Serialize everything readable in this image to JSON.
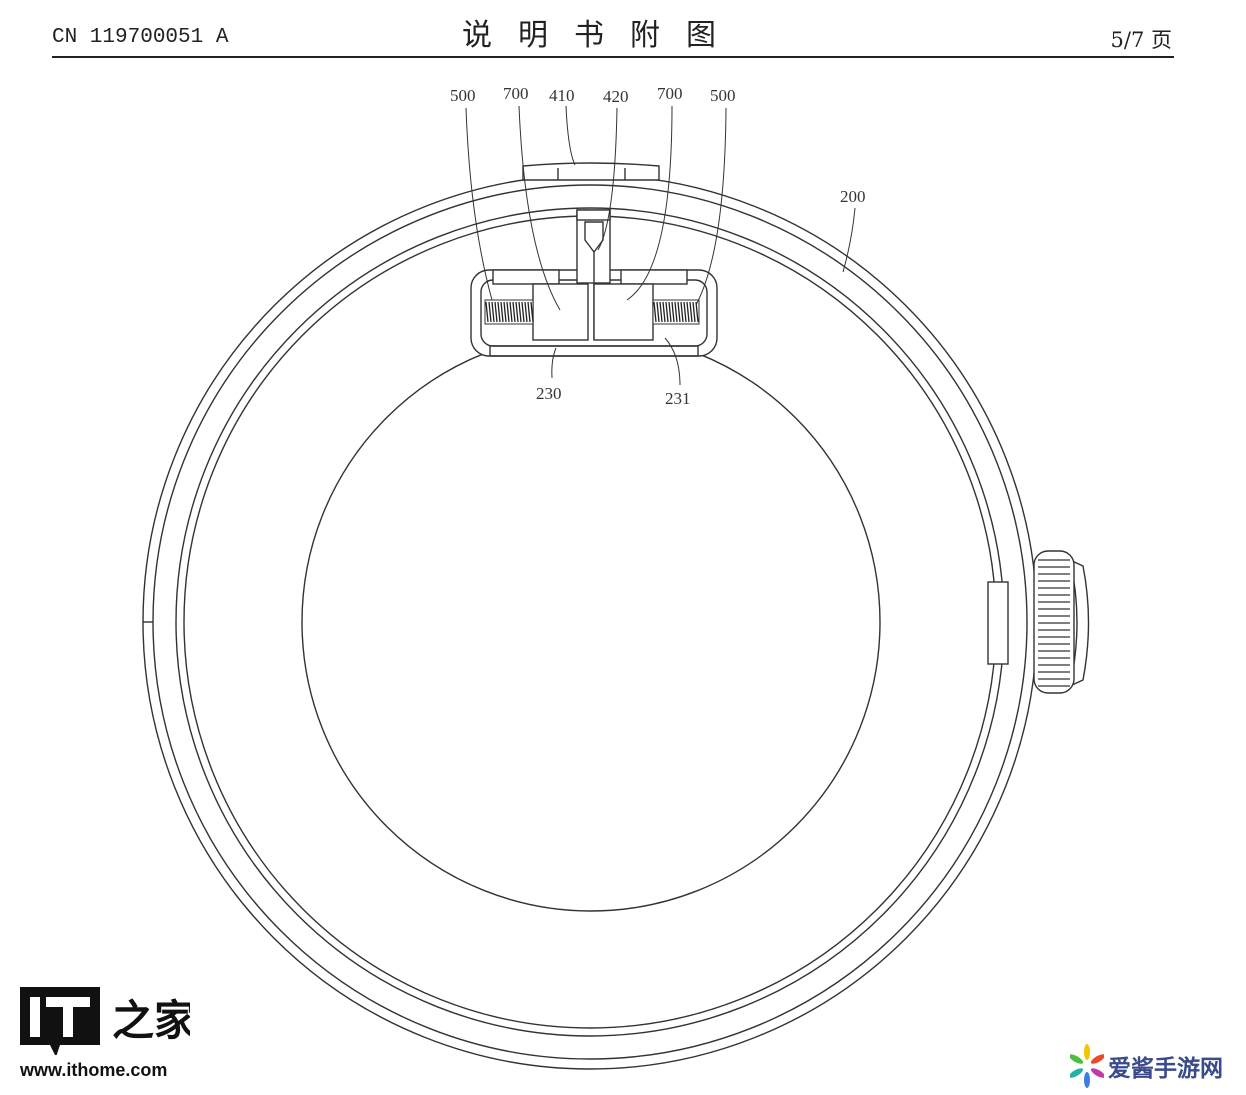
{
  "header": {
    "patent_number": "CN 119700051 A",
    "title": "说明书附图",
    "page": "5/7 页"
  },
  "labels": {
    "l500a": "500",
    "l700a": "700",
    "l410": "410",
    "l420": "420",
    "l700b": "700",
    "l500b": "500",
    "l200": "200",
    "l230": "230",
    "l231": "231"
  },
  "watermarks": {
    "ithome_logo": "IT之家",
    "ithome_url": "www.ithome.com",
    "aijiang": "爱酱手游网"
  }
}
